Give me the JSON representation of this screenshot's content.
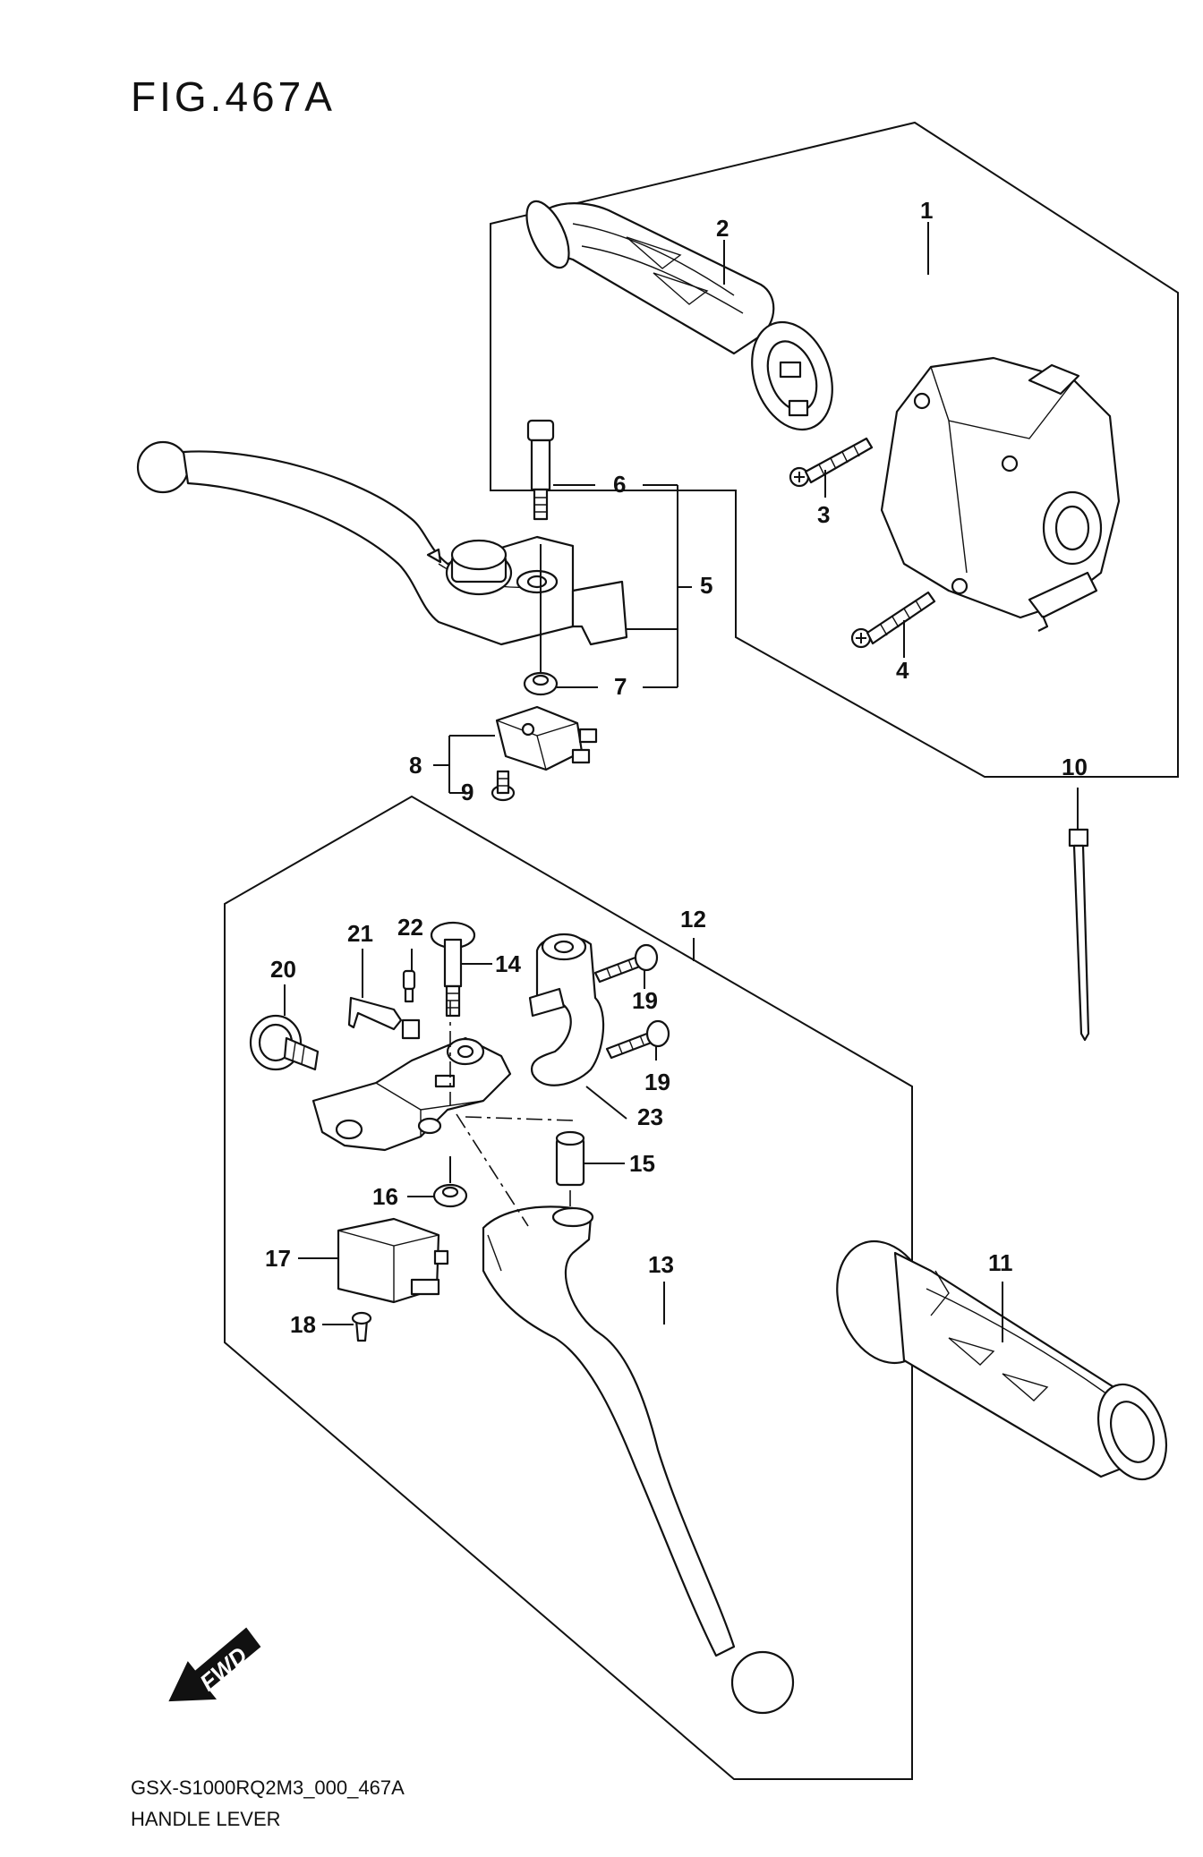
{
  "title": "FIG.467A",
  "callouts": [
    {
      "id": "1",
      "label": "1"
    },
    {
      "id": "2",
      "label": "2"
    },
    {
      "id": "3",
      "label": "3"
    },
    {
      "id": "4",
      "label": "4"
    },
    {
      "id": "5",
      "label": "5"
    },
    {
      "id": "6",
      "label": "6"
    },
    {
      "id": "7",
      "label": "7"
    },
    {
      "id": "8",
      "label": "8"
    },
    {
      "id": "9",
      "label": "9"
    },
    {
      "id": "10",
      "label": "10"
    },
    {
      "id": "11",
      "label": "11"
    },
    {
      "id": "12",
      "label": "12"
    },
    {
      "id": "13",
      "label": "13"
    },
    {
      "id": "14",
      "label": "14"
    },
    {
      "id": "15",
      "label": "15"
    },
    {
      "id": "16",
      "label": "16"
    },
    {
      "id": "17",
      "label": "17"
    },
    {
      "id": "18",
      "label": "18"
    },
    {
      "id": "19a",
      "label": "19"
    },
    {
      "id": "19b",
      "label": "19"
    },
    {
      "id": "20",
      "label": "20"
    },
    {
      "id": "21",
      "label": "21"
    },
    {
      "id": "22",
      "label": "22"
    },
    {
      "id": "23",
      "label": "23"
    }
  ],
  "fwd_label": "FWD",
  "footer": {
    "code": "GSX-S1000RQ2M3_000_467A",
    "name": "HANDLE LEVER"
  }
}
